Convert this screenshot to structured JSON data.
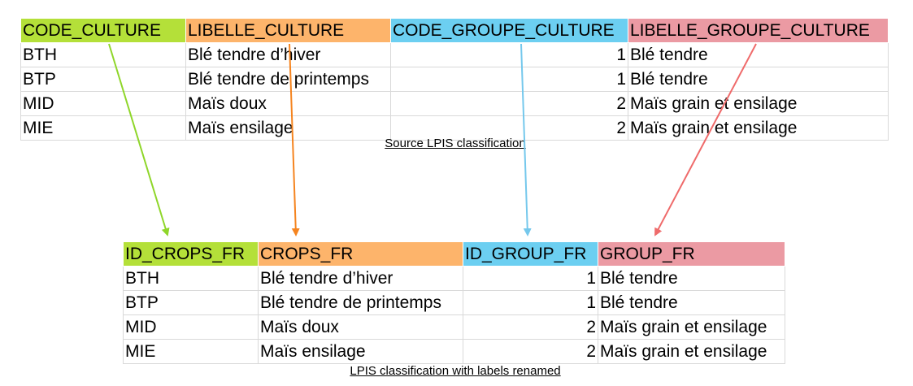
{
  "source_table": {
    "headers": [
      "CODE_CULTURE",
      "LIBELLE_CULTURE",
      "CODE_GROUPE_CULTURE",
      "LIBELLE_GROUPE_CULTURE"
    ],
    "header_colors": [
      "#b4e039",
      "#fdb46b",
      "#6ccff1",
      "#eb9aa3"
    ],
    "rows": [
      [
        "BTH",
        "Blé tendre d’hiver",
        "1",
        "Blé tendre"
      ],
      [
        "BTP",
        "Blé tendre de printemps",
        "1",
        "Blé tendre"
      ],
      [
        "MID",
        "Maïs doux",
        "2",
        "Maïs grain et ensilage"
      ],
      [
        "MIE",
        "Maïs ensilage",
        "2",
        "Maïs grain et ensilage"
      ]
    ],
    "caption": "Source LPIS classification"
  },
  "renamed_table": {
    "headers": [
      "ID_CROPS_FR",
      "CROPS_FR",
      "ID_GROUP_FR",
      "GROUP_FR"
    ],
    "header_colors": [
      "#b4e039",
      "#fdb46b",
      "#6ccff1",
      "#eb9aa3"
    ],
    "rows": [
      [
        "BTH",
        "Blé tendre d’hiver",
        "1",
        "Blé tendre"
      ],
      [
        "BTP",
        "Blé tendre de printemps",
        "1",
        "Blé tendre"
      ],
      [
        "MID",
        "Maïs doux",
        "2",
        "Maïs grain et ensilage"
      ],
      [
        "MIE",
        "Maïs ensilage",
        "2",
        "Maïs grain et ensilage"
      ]
    ],
    "caption": "LPIS classification with labels renamed"
  },
  "arrow_colors": [
    "#8fd62a",
    "#f5841f",
    "#75c8ec",
    "#ef6b6b"
  ]
}
